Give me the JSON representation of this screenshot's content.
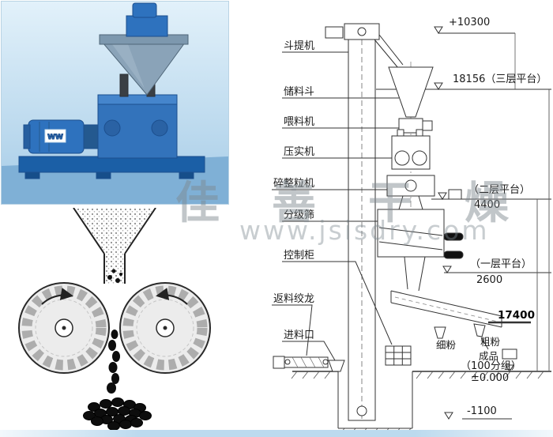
{
  "watermark": {
    "brand": "佳善干燥",
    "url": "www.jsisdry.com"
  },
  "photo": {
    "motor_label": "WW"
  },
  "schematic": {
    "left_labels": [
      "斗提机",
      "储料斗",
      "喂料机",
      "压实机",
      "碎整粒机",
      "分级筛",
      "控制柜",
      "返料绞龙",
      "进料口"
    ],
    "elevations": {
      "top": "+10300",
      "level3": "18156（三层平台）",
      "level2_name": "（二层平台）",
      "level2_value": "4400",
      "level1_name": "（一层平台）",
      "level1_value": "2600",
      "mid_value": "17400",
      "ground_note": "（100分组）",
      "ground_value": "±0.000",
      "pit_value": "-1100"
    },
    "outlets": {
      "fine": "细粉",
      "coarse": "粗粉",
      "product": "成品"
    }
  }
}
